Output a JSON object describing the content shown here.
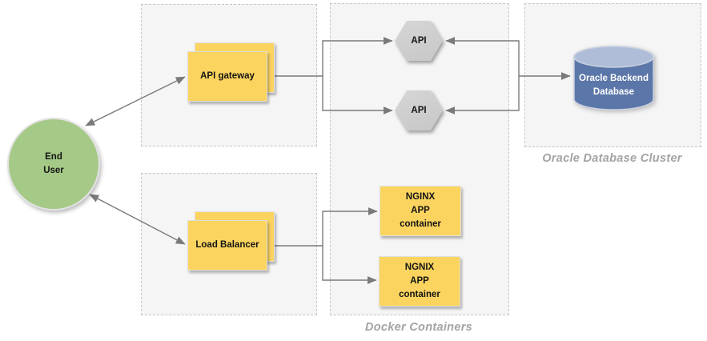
{
  "nodes": {
    "end_user": {
      "label": "End\nUser"
    },
    "api_gateway": {
      "label": "API gateway"
    },
    "load_balancer": {
      "label": "Load Balancer"
    },
    "api_hex_1": {
      "label": "API"
    },
    "api_hex_2": {
      "label": "API"
    },
    "nginx_container_1": {
      "label": "NGINX\nAPP\ncontainer"
    },
    "nginx_container_2": {
      "label": "NGNIX\nAPP\ncontainer"
    },
    "oracle_db": {
      "label": "Oracle Backend\nDatabase"
    }
  },
  "regions": {
    "docker": {
      "label": "Docker Containers"
    },
    "oracle": {
      "label": "Oracle Database Cluster"
    }
  },
  "colors": {
    "node_yellow": "#fbd45f",
    "user_green": "#a5c987",
    "hexagon_gray": "#cdcdcd",
    "cylinder_blue": "#5b76a8",
    "cylinder_top_blue": "#afbdd9",
    "connector_gray": "#7a7a7a",
    "region_fill": "#f5f5f5",
    "region_border": "#c6c6c6",
    "region_label_gray": "#a3a3a3"
  }
}
